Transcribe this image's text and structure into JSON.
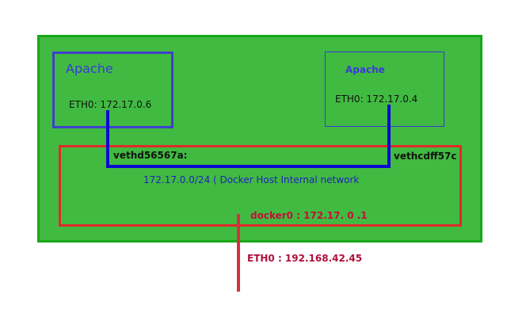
{
  "diagram": {
    "containers": [
      {
        "name": "Apache",
        "interface": "ETH0: 172.17.0.6",
        "veth": "vethd56567a:"
      },
      {
        "name": "Apache",
        "interface": "ETH0: 172.17.0.4",
        "veth": "vethcdff57c"
      }
    ],
    "network_label": "172.17.0.0/24 ( Docker Host Internal network",
    "bridge_label": "docker0 : 172.17. 0  .1",
    "host_interface_label": "ETH0 : 192.168.42.45"
  },
  "colors": {
    "host_fill": "#41ba41",
    "host_border": "#18a818",
    "container_border": "#4040cc",
    "bridge_border": "#e02a2a",
    "wire_blue": "#0a0ad0",
    "wire_red": "#d63040"
  }
}
